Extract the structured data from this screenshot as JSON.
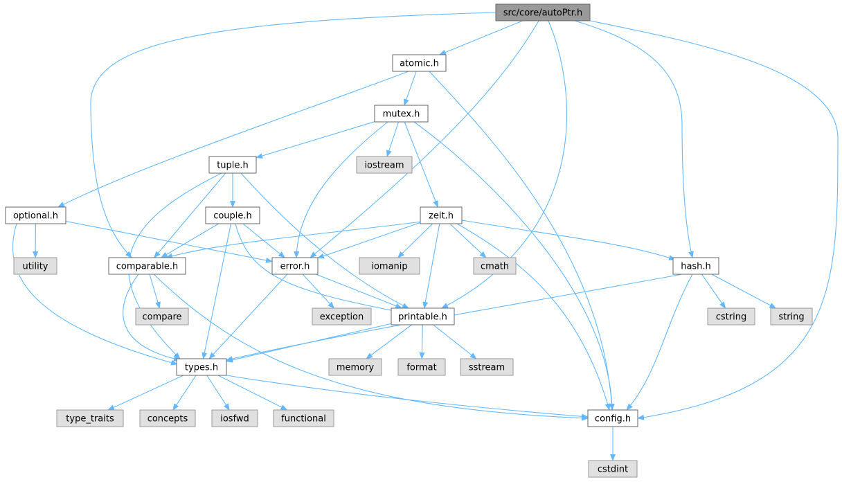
{
  "diagram": {
    "type": "include-dependency-graph",
    "colors": {
      "root_fill": "#999999",
      "root_border": "#666666",
      "local_fill": "#ffffff",
      "local_border": "#666666",
      "system_fill": "#e0e0e0",
      "system_border": "#999999",
      "edge": "#63b8ff"
    },
    "nodes": [
      {
        "id": "autoPtr",
        "label": "src/core/autoPtr.h",
        "kind": "root"
      },
      {
        "id": "atomic",
        "label": "atomic.h",
        "kind": "local"
      },
      {
        "id": "mutex",
        "label": "mutex.h",
        "kind": "local"
      },
      {
        "id": "tuple",
        "label": "tuple.h",
        "kind": "local"
      },
      {
        "id": "iostream",
        "label": "iostream",
        "kind": "system"
      },
      {
        "id": "optional",
        "label": "optional.h",
        "kind": "local"
      },
      {
        "id": "couple",
        "label": "couple.h",
        "kind": "local"
      },
      {
        "id": "zeit",
        "label": "zeit.h",
        "kind": "local"
      },
      {
        "id": "utility",
        "label": "utility",
        "kind": "system"
      },
      {
        "id": "comparable",
        "label": "comparable.h",
        "kind": "local"
      },
      {
        "id": "error",
        "label": "error.h",
        "kind": "local"
      },
      {
        "id": "iomanip",
        "label": "iomanip",
        "kind": "system"
      },
      {
        "id": "cmath",
        "label": "cmath",
        "kind": "system"
      },
      {
        "id": "hash",
        "label": "hash.h",
        "kind": "local"
      },
      {
        "id": "compare",
        "label": "compare",
        "kind": "system"
      },
      {
        "id": "exception",
        "label": "exception",
        "kind": "system"
      },
      {
        "id": "printable",
        "label": "printable.h",
        "kind": "local"
      },
      {
        "id": "cstring",
        "label": "cstring",
        "kind": "system"
      },
      {
        "id": "string",
        "label": "string",
        "kind": "system"
      },
      {
        "id": "memory",
        "label": "memory",
        "kind": "system"
      },
      {
        "id": "format",
        "label": "format",
        "kind": "system"
      },
      {
        "id": "sstream",
        "label": "sstream",
        "kind": "system"
      },
      {
        "id": "types",
        "label": "types.h",
        "kind": "local"
      },
      {
        "id": "type_traits",
        "label": "type_traits",
        "kind": "system"
      },
      {
        "id": "concepts",
        "label": "concepts",
        "kind": "system"
      },
      {
        "id": "iosfwd",
        "label": "iosfwd",
        "kind": "system"
      },
      {
        "id": "functional",
        "label": "functional",
        "kind": "system"
      },
      {
        "id": "config",
        "label": "config.h",
        "kind": "local"
      },
      {
        "id": "cstdint",
        "label": "cstdint",
        "kind": "system"
      }
    ],
    "edges": [
      {
        "from": "autoPtr",
        "to": "atomic"
      },
      {
        "from": "autoPtr",
        "to": "comparable"
      },
      {
        "from": "autoPtr",
        "to": "error"
      },
      {
        "from": "autoPtr",
        "to": "printable"
      },
      {
        "from": "autoPtr",
        "to": "hash"
      },
      {
        "from": "autoPtr",
        "to": "config"
      },
      {
        "from": "atomic",
        "to": "mutex"
      },
      {
        "from": "atomic",
        "to": "optional"
      },
      {
        "from": "atomic",
        "to": "config"
      },
      {
        "from": "mutex",
        "to": "tuple"
      },
      {
        "from": "mutex",
        "to": "iostream"
      },
      {
        "from": "mutex",
        "to": "zeit"
      },
      {
        "from": "mutex",
        "to": "error"
      },
      {
        "from": "mutex",
        "to": "config"
      },
      {
        "from": "tuple",
        "to": "couple"
      },
      {
        "from": "tuple",
        "to": "comparable"
      },
      {
        "from": "tuple",
        "to": "types"
      },
      {
        "from": "tuple",
        "to": "printable"
      },
      {
        "from": "optional",
        "to": "utility"
      },
      {
        "from": "optional",
        "to": "error"
      },
      {
        "from": "optional",
        "to": "types"
      },
      {
        "from": "couple",
        "to": "comparable"
      },
      {
        "from": "couple",
        "to": "error"
      },
      {
        "from": "couple",
        "to": "printable"
      },
      {
        "from": "couple",
        "to": "types"
      },
      {
        "from": "zeit",
        "to": "comparable"
      },
      {
        "from": "zeit",
        "to": "error"
      },
      {
        "from": "zeit",
        "to": "iomanip"
      },
      {
        "from": "zeit",
        "to": "cmath"
      },
      {
        "from": "zeit",
        "to": "hash"
      },
      {
        "from": "zeit",
        "to": "printable"
      },
      {
        "from": "zeit",
        "to": "config"
      },
      {
        "from": "comparable",
        "to": "compare"
      },
      {
        "from": "comparable",
        "to": "types"
      },
      {
        "from": "comparable",
        "to": "config"
      },
      {
        "from": "error",
        "to": "exception"
      },
      {
        "from": "error",
        "to": "printable"
      },
      {
        "from": "error",
        "to": "types"
      },
      {
        "from": "hash",
        "to": "cstring"
      },
      {
        "from": "hash",
        "to": "string"
      },
      {
        "from": "hash",
        "to": "types"
      },
      {
        "from": "hash",
        "to": "config"
      },
      {
        "from": "printable",
        "to": "memory"
      },
      {
        "from": "printable",
        "to": "format"
      },
      {
        "from": "printable",
        "to": "sstream"
      },
      {
        "from": "printable",
        "to": "types"
      },
      {
        "from": "types",
        "to": "type_traits"
      },
      {
        "from": "types",
        "to": "concepts"
      },
      {
        "from": "types",
        "to": "iosfwd"
      },
      {
        "from": "types",
        "to": "functional"
      },
      {
        "from": "types",
        "to": "config"
      },
      {
        "from": "config",
        "to": "cstdint"
      }
    ]
  }
}
